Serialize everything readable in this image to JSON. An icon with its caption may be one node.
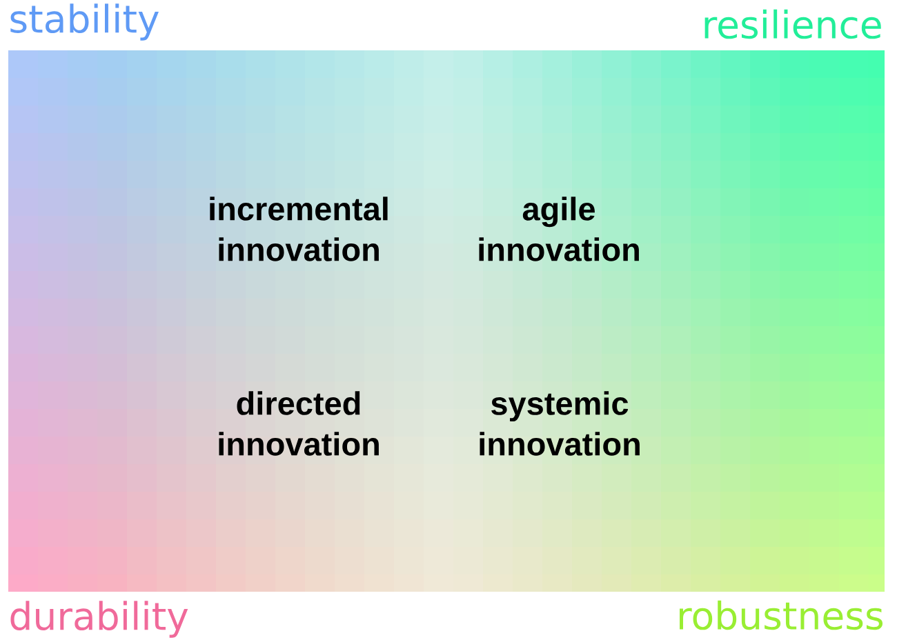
{
  "diagram": {
    "labels": [
      "stability",
      "resilience",
      "incremental innovation",
      "agile innovation",
      "directed innovation",
      "systemic innovation",
      "durability",
      "robustness"
    ]
  }
}
